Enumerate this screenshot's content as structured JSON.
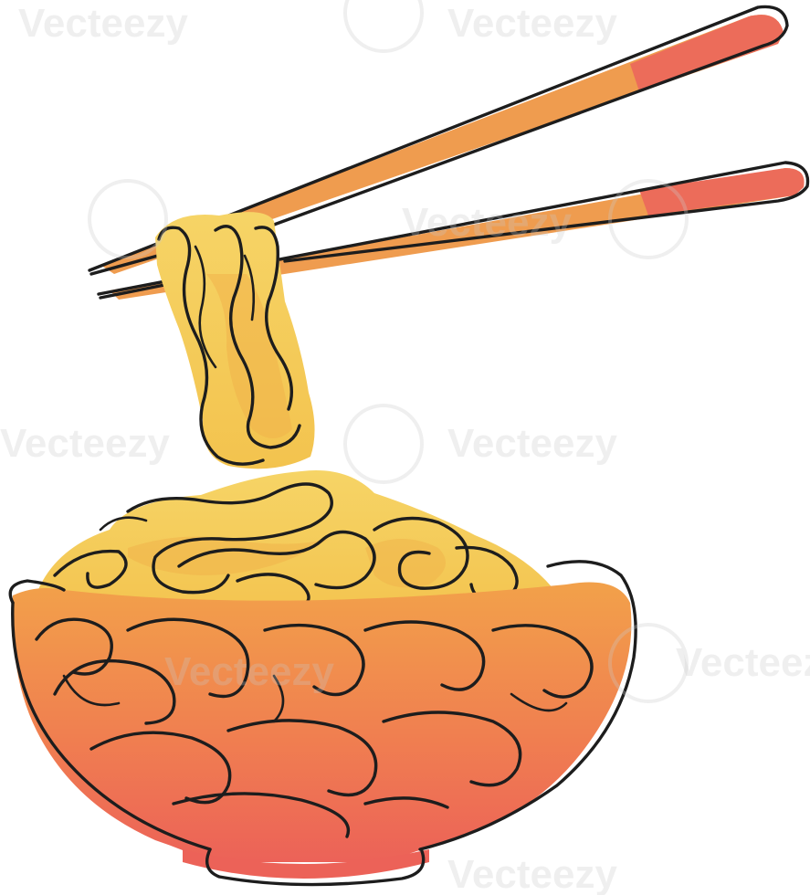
{
  "illustration": {
    "subject": "bowl of noodles with chopsticks",
    "style": "continuous line art, swirl style",
    "watermark_text": "Vecteezy"
  },
  "colors": {
    "noodles": "#f5d063",
    "noodle_shadow": "#f0b24a",
    "chopstick_wood": "#ee9a4c",
    "chopstick_tip": "#ec6a58",
    "bowl_top": "#f09a45",
    "bowl_bottom": "#ee6a5a",
    "line": "#1d1d1d"
  }
}
